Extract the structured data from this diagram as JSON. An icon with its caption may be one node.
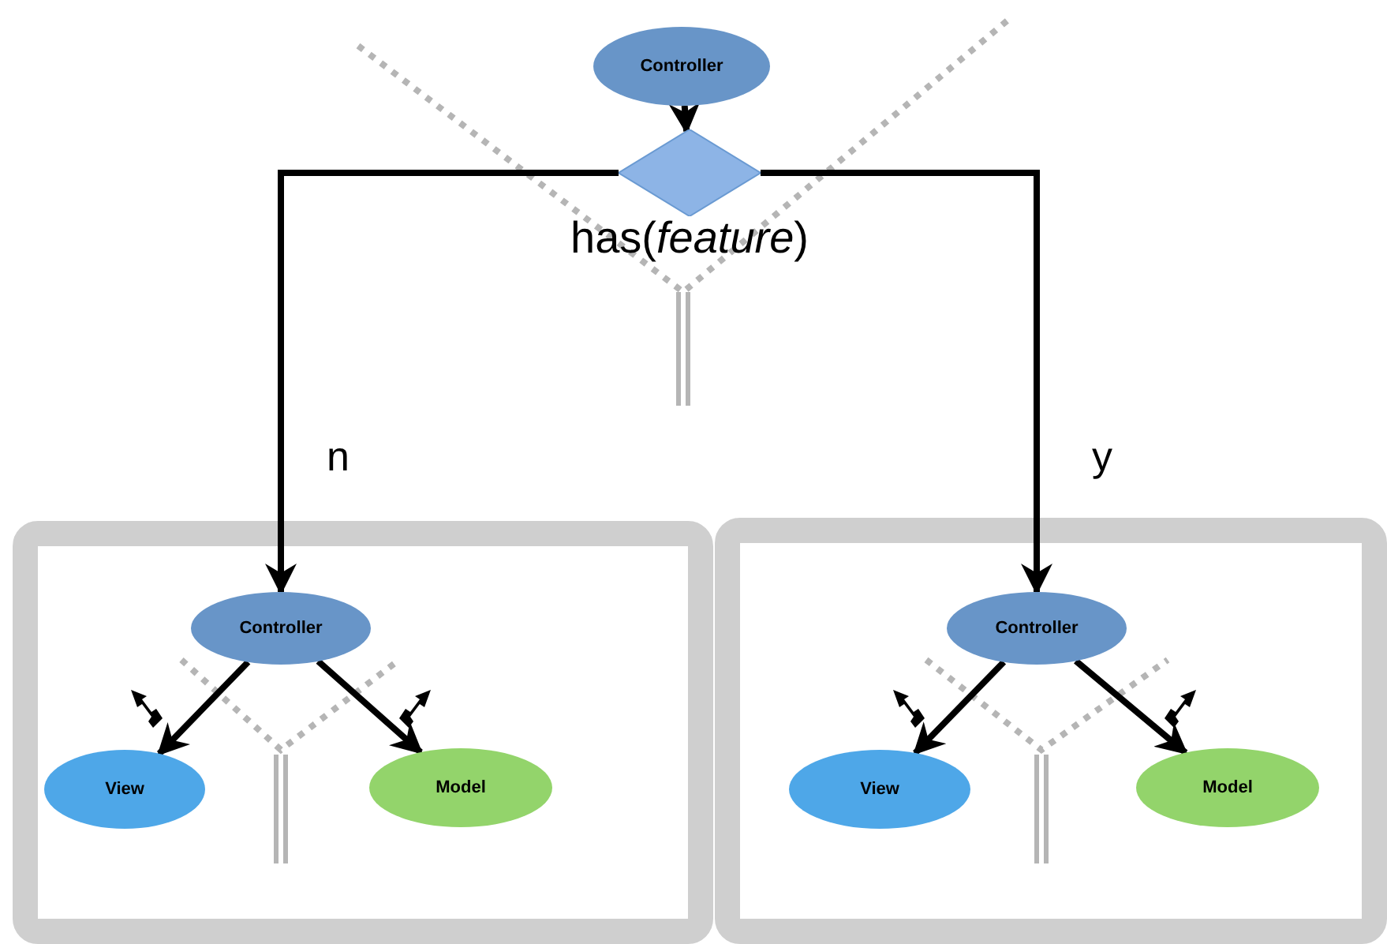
{
  "diagram": {
    "nodes": [
      {
        "text": [
          "Controller"
        ]
      },
      {
        "text": [
          "has(*feature*)"
        ]
      },
      {
        "text": [],
        "shape": "box"
      },
      {
        "text": [
          "Controller"
        ],
        "in": 2
      },
      {
        "text": [
          "View"
        ],
        "in": 2
      },
      {
        "text": [
          "Model"
        ],
        "in": 2
      },
      {
        "text": [],
        "shape": "box"
      },
      {
        "text": [
          "Controller"
        ],
        "in": 6
      },
      {
        "text": [
          "View"
        ],
        "in": 6
      },
      {
        "text": [
          "Model"
        ],
        "in": 6
      }
    ],
    "edges": [
      {
        "from": 0,
        "to": 1,
        "arrow": "to"
      },
      {
        "from": 1,
        "to": 3,
        "arrow": "to",
        "label": "n"
      },
      {
        "from": 1,
        "to": 7,
        "arrow": "to",
        "label": "y"
      },
      {
        "from": 3,
        "to": 4,
        "arrow": "to"
      },
      {
        "from": 3,
        "to": 5,
        "arrow": "to"
      },
      {
        "from": 7,
        "to": 8,
        "arrow": "to"
      },
      {
        "from": 7,
        "to": 9,
        "arrow": "to"
      }
    ]
  }
}
